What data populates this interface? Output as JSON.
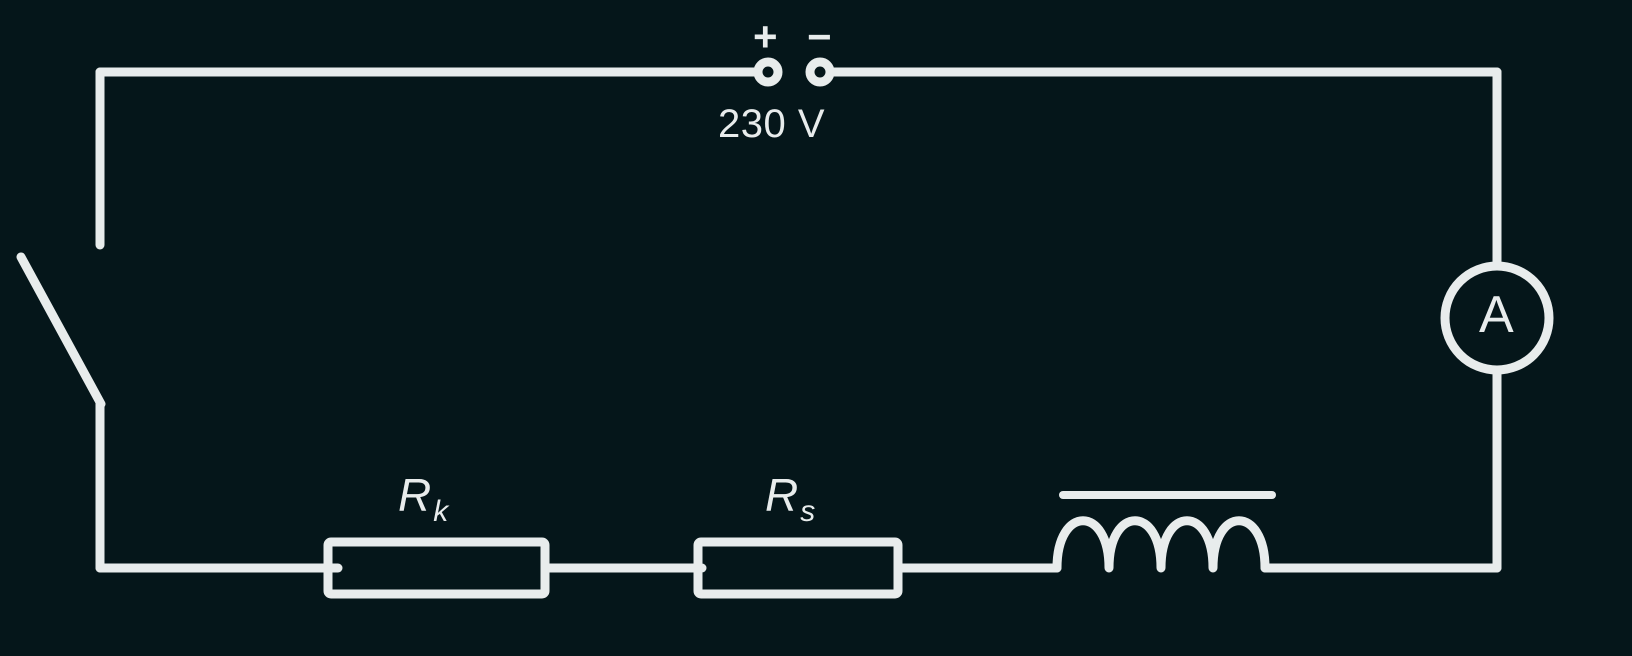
{
  "diagram": {
    "title": "Series RL circuit with switch, ammeter and two resistors",
    "background_color": "#05161a",
    "line_color": "#e8ecec"
  },
  "source": {
    "name": "dc-voltage-source",
    "value_label": "230 V",
    "plus_label": "+",
    "minus_label": "−"
  },
  "components": {
    "resistor_k": {
      "name": "resistor-rk",
      "symbol": "R",
      "subscript": "k"
    },
    "resistor_s": {
      "name": "resistor-rs",
      "symbol": "R",
      "subscript": "s"
    },
    "inductor": {
      "name": "iron-core-inductor",
      "label": "",
      "turns": 4
    },
    "ammeter": {
      "name": "ammeter",
      "label": "A"
    },
    "switch": {
      "name": "open-switch",
      "state": "open"
    }
  }
}
